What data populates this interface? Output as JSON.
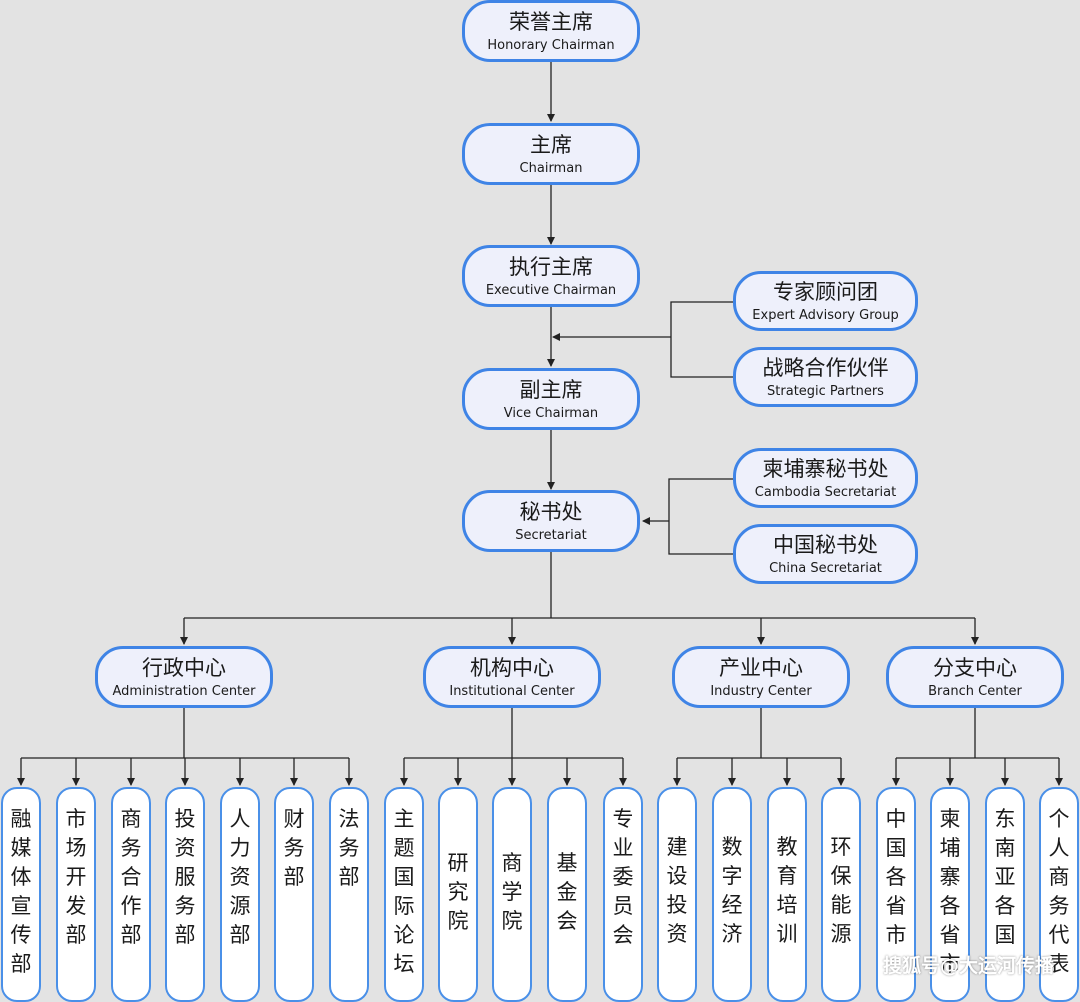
{
  "top_chain": [
    {
      "zh": "荣誉主席",
      "en": "Honorary Chairman"
    },
    {
      "zh": "主席",
      "en": "Chairman"
    },
    {
      "zh": "执行主席",
      "en": "Executive Chairman"
    },
    {
      "zh": "副主席",
      "en": "Vice Chairman"
    },
    {
      "zh": "秘书处",
      "en": "Secretariat"
    }
  ],
  "advisory_side": [
    {
      "zh": "专家顾问团",
      "en": "Expert Advisory Group"
    },
    {
      "zh": "战略合作伙伴",
      "en": "Strategic Partners"
    }
  ],
  "secretariat_side": [
    {
      "zh": "柬埔寨秘书处",
      "en": "Cambodia Secretariat"
    },
    {
      "zh": "中国秘书处",
      "en": "China Secretariat"
    }
  ],
  "centers": [
    {
      "zh": "行政中心",
      "en": "Administration Center",
      "depts": [
        "融媒体宣传部",
        "市场开发部",
        "商务合作部",
        "投资服务部",
        "人力资源部",
        "财务部",
        "法务部"
      ]
    },
    {
      "zh": "机构中心",
      "en": "Institutional Center",
      "depts": [
        "主题国际论坛",
        "研究院",
        "商学院",
        "基金会",
        "专业委员会"
      ]
    },
    {
      "zh": "产业中心",
      "en": "Industry Center",
      "depts": [
        "建设投资",
        "数字经济",
        "教育培训",
        "环保能源"
      ]
    },
    {
      "zh": "分支中心",
      "en": "Branch Center",
      "depts": [
        "中国各省市",
        "柬埔寨各省市",
        "东南亚各国",
        "个人商务代表"
      ]
    }
  ],
  "watermark": "搜狐号@大运河传播",
  "colors": {
    "node_border": "#3f84e6",
    "node_fill": "#eef0fb",
    "dept_border": "#4a90e8",
    "line": "#222222",
    "background": "#e3e3e3"
  }
}
